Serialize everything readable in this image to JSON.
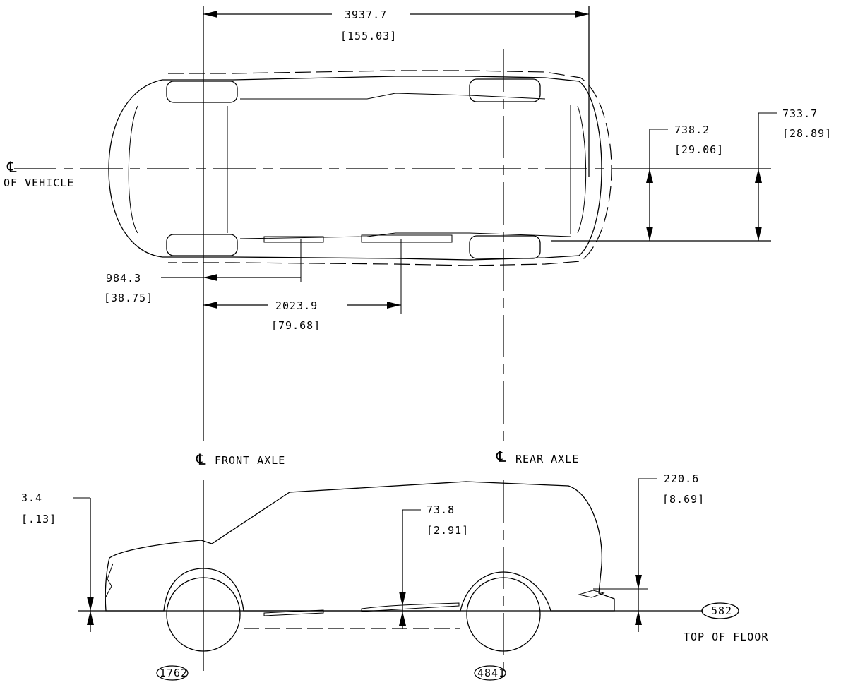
{
  "dimensions": {
    "overall_length": {
      "mm": "3937.7",
      "in": "[155.03]"
    },
    "width_to_right_side": {
      "mm": "733.7",
      "in": "[28.89]"
    },
    "width_to_rocker": {
      "mm": "738.2",
      "in": "[29.06]"
    },
    "front_point_1": {
      "mm": "984.3",
      "in": "[38.75]"
    },
    "front_point_2": {
      "mm": "2023.9",
      "in": "[79.68]"
    },
    "height_front": {
      "mm": "3.4",
      "in": "[.13]"
    },
    "height_mid": {
      "mm": "73.8",
      "in": "[2.91]"
    },
    "height_rear": {
      "mm": "220.6",
      "in": "[8.69]"
    }
  },
  "labels": {
    "centerline_vehicle": "OF VEHICLE",
    "front_axle": "FRONT AXLE",
    "rear_axle": "REAR AXLE",
    "top_of_floor": "TOP OF FLOOR"
  },
  "references": {
    "front": "1762",
    "rear": "4841",
    "floor": "582"
  }
}
